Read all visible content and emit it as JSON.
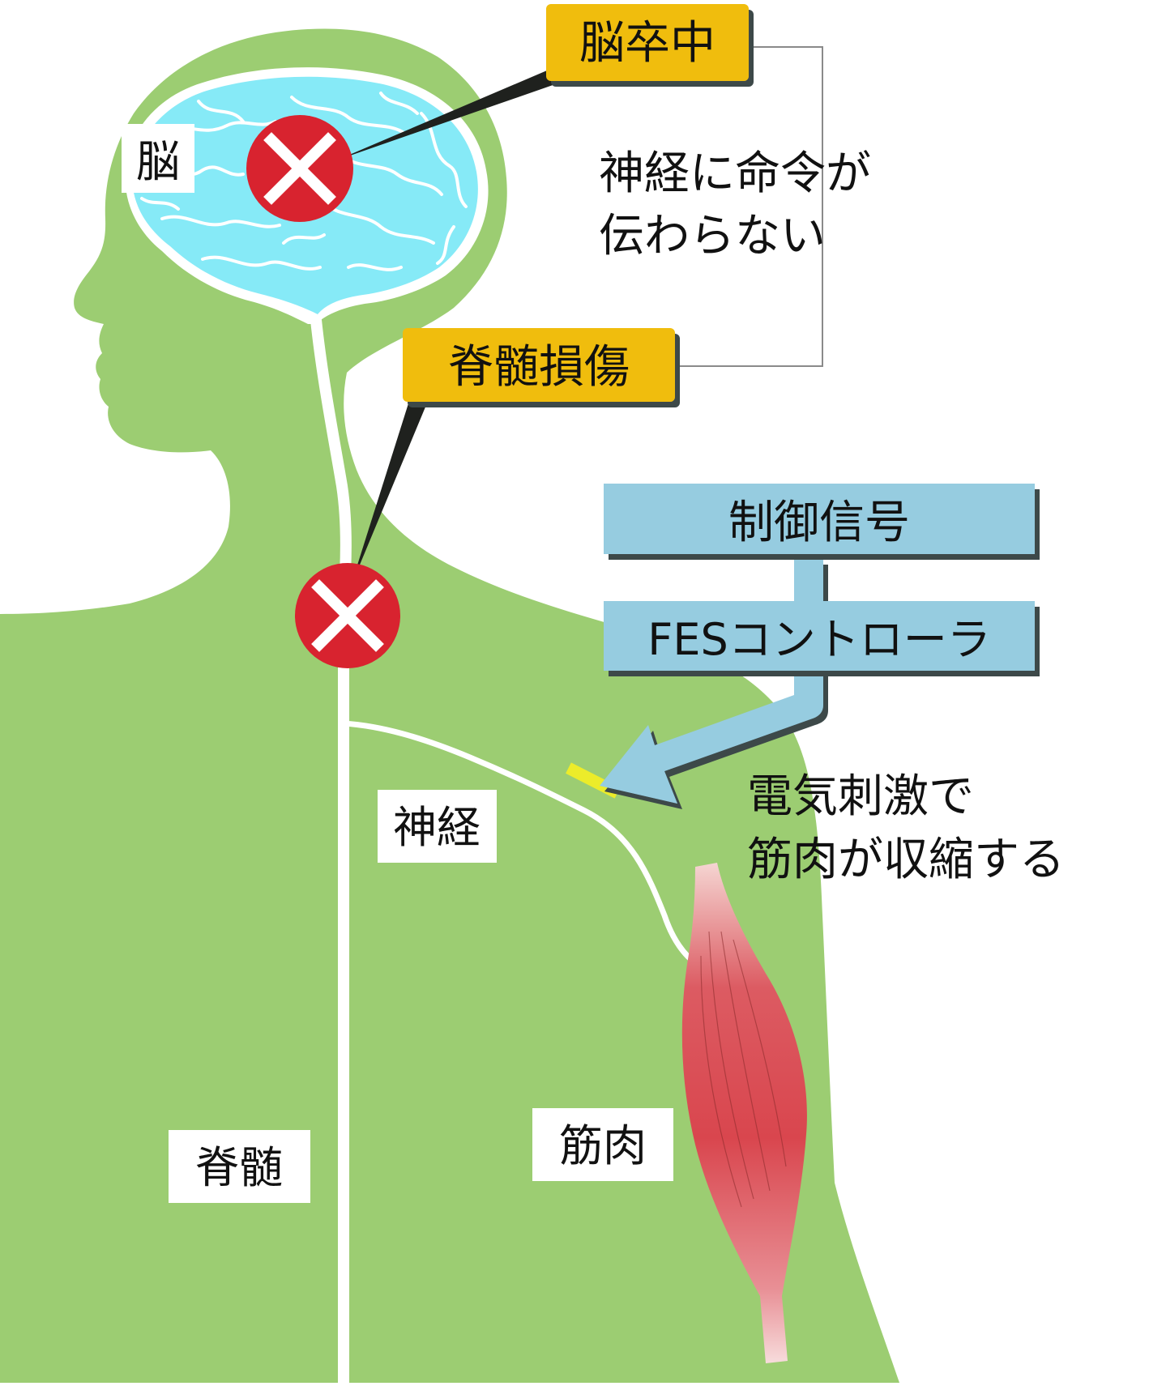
{
  "labels": {
    "brain": "脳",
    "stroke": "脳卒中",
    "spinal_injury": "脊髄損傷",
    "no_signal_line1": "神経に命令が",
    "no_signal_line2": "伝わらない",
    "control_signal": "制御信号",
    "fes_controller": "FESコントローラ",
    "stimulation_line1": "電気刺激で",
    "stimulation_line2": "筋肉が収縮する",
    "nerve": "神経",
    "spinal_cord": "脊髄",
    "muscle": "筋肉"
  },
  "colors": {
    "body": "#9ccd72",
    "brain": "#86eaf7",
    "cross_circle": "#d8232f",
    "callout_label": "#f0bd11",
    "fes_box": "#96cce0",
    "electrode": "#ecec2a",
    "muscle_light": "#f7c9c9",
    "muscle_dark": "#d9464e",
    "pointer": "#1f211e"
  }
}
